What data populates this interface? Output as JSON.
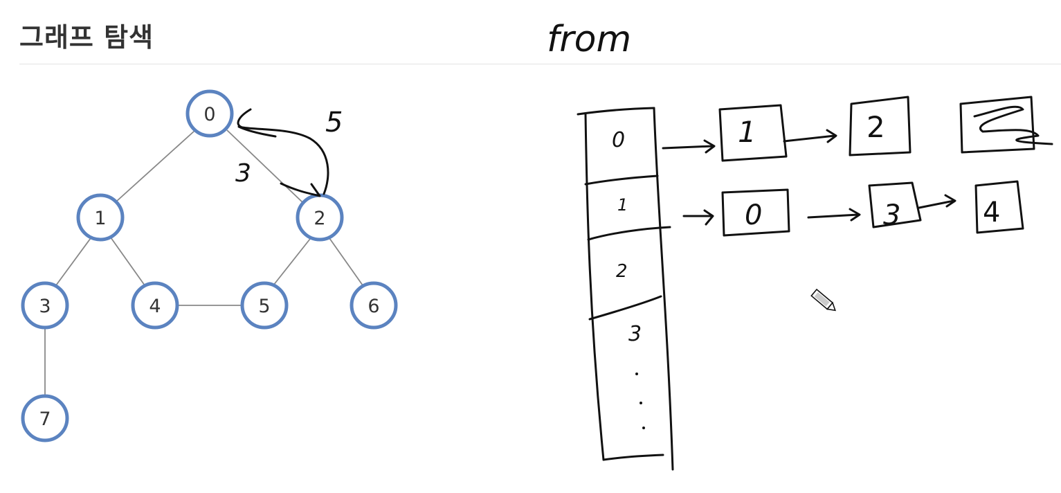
{
  "page": {
    "title": "그래프 탐색"
  },
  "graph": {
    "nodes": [
      "0",
      "1",
      "2",
      "3",
      "4",
      "5",
      "6",
      "7"
    ],
    "edges": [
      [
        "0",
        "1"
      ],
      [
        "0",
        "2"
      ],
      [
        "1",
        "3"
      ],
      [
        "1",
        "4"
      ],
      [
        "2",
        "5"
      ],
      [
        "2",
        "6"
      ],
      [
        "4",
        "5"
      ],
      [
        "3",
        "7"
      ]
    ],
    "node_color": "#5b83c0"
  },
  "annotations": {
    "from_label": "from",
    "weight_upper": "5",
    "weight_lower": "3",
    "list_index": [
      "0",
      "1",
      "2",
      "3"
    ],
    "list_row_0": [
      "1",
      "2"
    ],
    "list_row_1": [
      "0",
      "3",
      "4"
    ]
  },
  "cursor": {
    "icon": "pencil-icon"
  }
}
